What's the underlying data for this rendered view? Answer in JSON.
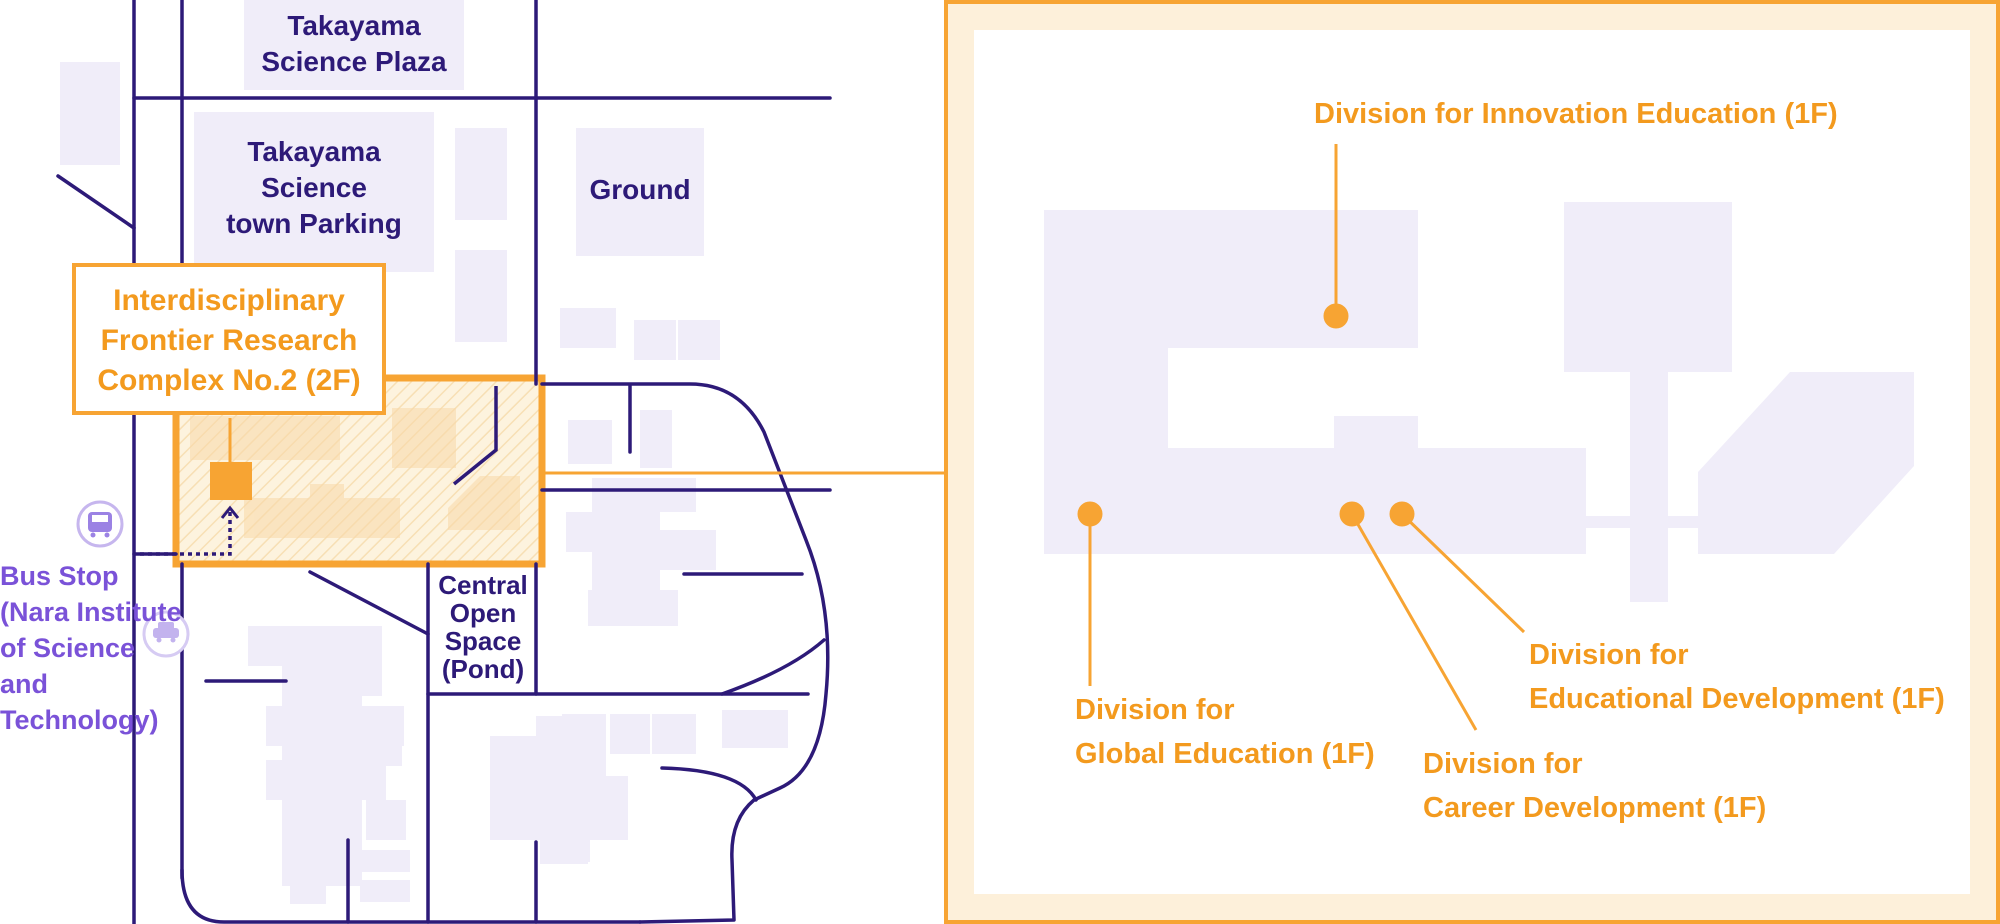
{
  "map": {
    "labels": {
      "science_plaza": "Takayama\nScience Plaza",
      "parking": "Takayama\nScience\ntown Parking",
      "ground": "Ground",
      "central_open_space": "Central\nOpen\nSpace\n(Pond)",
      "bus_stop": "Bus Stop\n(Nara Institute\nof Science\nand Technology)"
    },
    "callout": "Interdisciplinary\nFrontier Research\nComplex No.2 (2F)",
    "icons": [
      "bus-icon",
      "car-icon",
      "location-marker-icon"
    ]
  },
  "detail": {
    "divisions": {
      "innovation": "Division for Innovation Education (1F)",
      "global": "Division for\nGlobal Education (1F)",
      "career": "Division for\nCareer Development (1F)",
      "educational": "Division for\nEducational Development (1F)"
    }
  },
  "colors": {
    "road": "#2d1a78",
    "building": "#f0edf9",
    "highlight": "#f7a433",
    "text_orange": "#f39a1e",
    "bus_purple": "#7a52d8",
    "frame_bg": "#fdf0da"
  }
}
